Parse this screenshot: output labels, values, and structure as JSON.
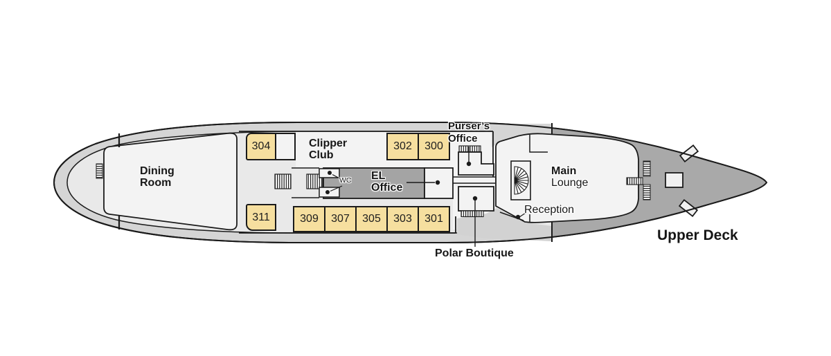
{
  "deck_plan": {
    "deck_name": "Upper Deck",
    "labels": {
      "dining_room": {
        "line1": "Dining",
        "line2": "Room"
      },
      "clipper_club": {
        "line1": "Clipper",
        "line2": "Club"
      },
      "el_office": {
        "line1": "EL",
        "line2": "Office"
      },
      "wc": "WC",
      "pursers_office": {
        "line1": "Purser’s",
        "line2": "Office"
      },
      "main_lounge": {
        "line1": "Main",
        "line2": "Lounge"
      },
      "reception": "Reception",
      "polar_boutique": "Polar Boutique"
    },
    "cabins": {
      "top_row": [
        "304",
        "302",
        "300"
      ],
      "bottom_row": [
        "311",
        "309",
        "307",
        "305",
        "303",
        "301"
      ]
    },
    "icons": {
      "stairs": "hatched-bar-block",
      "ladder": "rung-bars",
      "spiral_staircase": "fan-of-steps",
      "location_marker": "dot-with-leader-line"
    },
    "colors": {
      "hull_band": "#d5d5d5",
      "interior": "#e9e9e9",
      "room": "#f3f3f3",
      "open_deck": "#a9a9a9",
      "cabin": "#f6df9f",
      "office_gray": "#a4a4a4",
      "outline": "#1a1a1a"
    }
  }
}
